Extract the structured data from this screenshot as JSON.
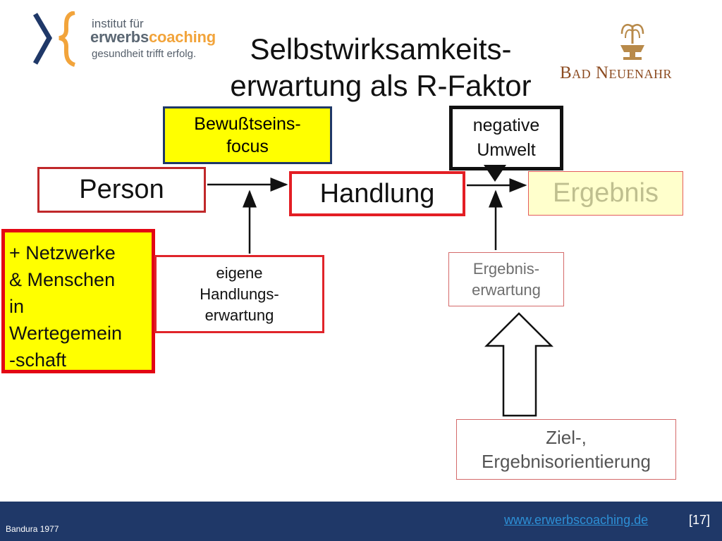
{
  "logo": {
    "line1": "institut für",
    "line2_a": "erwerbs",
    "line2_b": "coaching",
    "line3": "gesundheit trifft erfolg.",
    "colors": {
      "navy": "#1f3868",
      "orange": "#f2a43b"
    }
  },
  "brand": {
    "name": "Bad Neuenahr",
    "icon": "fountain-icon",
    "color": "#8c4b20"
  },
  "title": "Selbstwirksamkeits-\nerwartung als R-Faktor",
  "nodes": {
    "bewusstseins_focus": "Bewußtseins-\nfocus",
    "negative_umwelt": "negative\nUmwelt",
    "person": "Person",
    "handlung": "Handlung",
    "ergebnis": "Ergebnis",
    "netzwerke": "+ Netzwerke\n& Menschen\nin\nWertegemein\n-schaft",
    "eigene_handlungserwartung": "eigene\nHandlungs-\nerwartung",
    "ergebnis_erwartung": "Ergebnis-\nerwartung",
    "ziel_orientierung": "Ziel-,\nErgebnisorientierung"
  },
  "colors": {
    "highlight_yellow": "#ffff00",
    "border_red": "#e31e24",
    "ergebnis_fill": "#ffffcc",
    "ergebnis_text": "#bfbf8f"
  },
  "footer": {
    "credit": "Bandura 1977",
    "url": "www.erwerbscoaching.de",
    "page": "[17]",
    "background": "#1f3868"
  }
}
